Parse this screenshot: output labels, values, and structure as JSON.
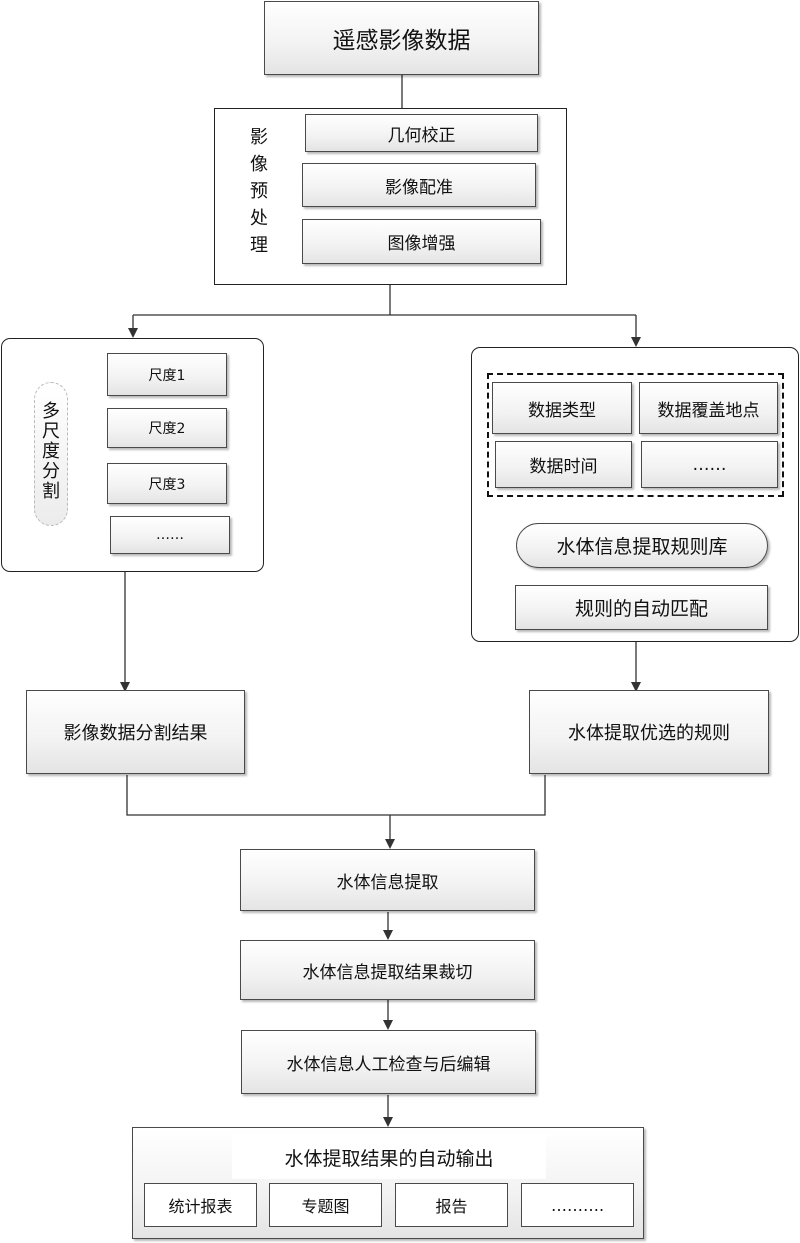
{
  "top": {
    "title": "遥感影像数据"
  },
  "preprocess": {
    "label_chars": [
      "影",
      "像",
      "预",
      "处",
      "理"
    ],
    "steps": [
      "几何校正",
      "影像配准",
      "图像增强"
    ]
  },
  "segmentation": {
    "label_chars": [
      "多",
      "尺",
      "度",
      "分",
      "割"
    ],
    "scales": [
      "尺度1",
      "尺度2",
      "尺度3",
      "……"
    ],
    "result": "影像数据分割结果"
  },
  "rules": {
    "attributes": [
      "数据类型",
      "数据覆盖地点",
      "数据时间",
      "……"
    ],
    "library": "水体信息提取规则库",
    "matching": "规则的自动匹配",
    "result": "水体提取优选的规则"
  },
  "flow": [
    "水体信息提取",
    "水体信息提取结果裁切",
    "水体信息人工检查与后编辑"
  ],
  "output": {
    "title": "水体提取结果的自动输出",
    "items": [
      "统计报表",
      "专题图",
      "报告",
      "………."
    ]
  }
}
